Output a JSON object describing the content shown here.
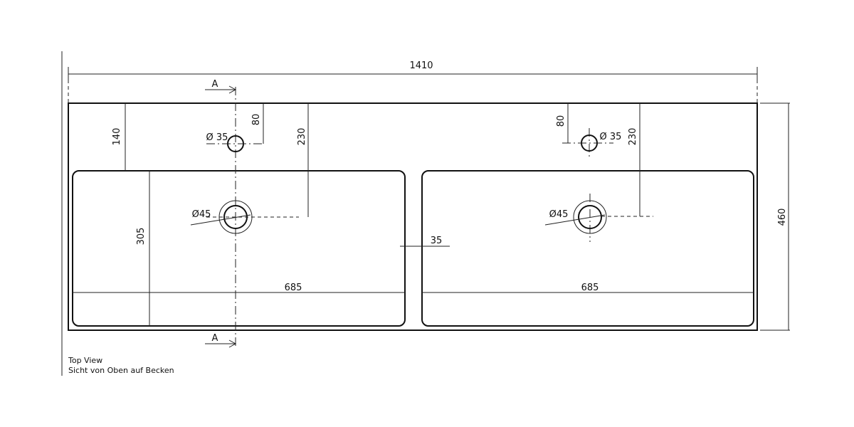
{
  "dimensions": {
    "overall_width": "1410",
    "overall_depth": "460",
    "tap_offset_left": "140",
    "tap_offset_top_left": "80",
    "tap_offset_top_right": "80",
    "tap_hole_left": "Ø 35",
    "tap_hole_right": "Ø 35",
    "drain_depth_left": "230",
    "drain_depth_right": "230",
    "drain_left": "Ø45",
    "drain_right": "Ø45",
    "basin_depth": "305",
    "divider_width": "35",
    "basin_width_left": "685",
    "basin_width_right": "685"
  },
  "section": {
    "top_label": "A",
    "bottom_label": "A"
  },
  "caption": {
    "line1": "Top View",
    "line2": "Sicht von Oben auf Becken"
  }
}
